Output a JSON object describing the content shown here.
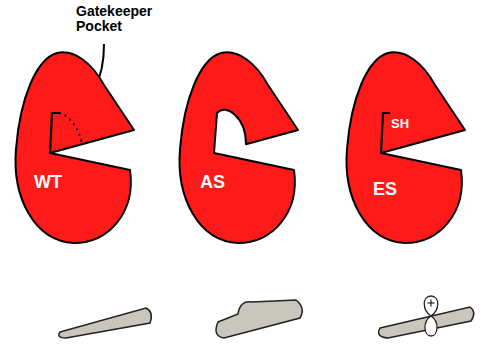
{
  "diagram": {
    "nodes": [
      {
        "text": [
          "WT"
        ]
      },
      {
        "text": [
          "AS"
        ]
      },
      {
        "text": [
          "SH",
          "ES"
        ]
      }
    ],
    "labels": [
      "Gatekeeper Pocket"
    ]
  }
}
